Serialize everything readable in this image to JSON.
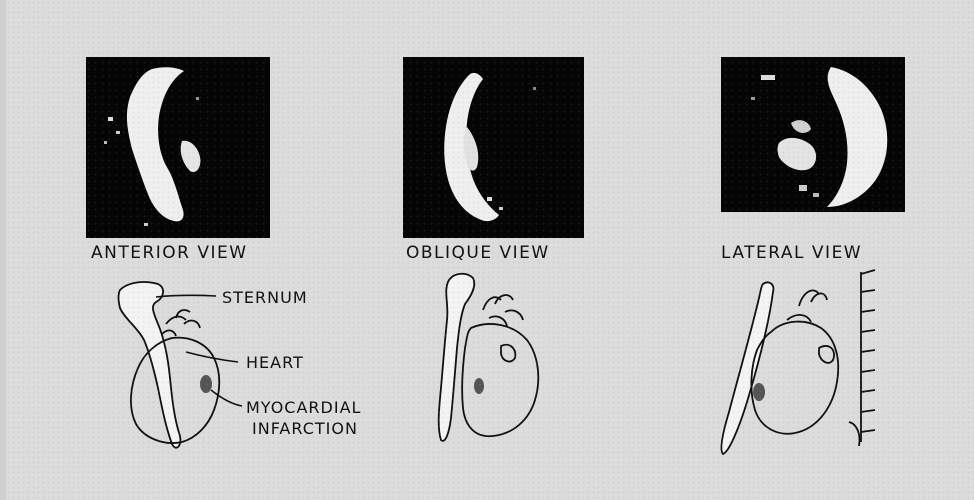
{
  "views": [
    {
      "label": "ANTERIOR VIEW"
    },
    {
      "label": "OBLIQUE VIEW"
    },
    {
      "label": "LATERAL VIEW"
    }
  ],
  "annotations": {
    "sternum": "STERNUM",
    "heart": "HEART",
    "infarction_line1": "MYOCARDIAL",
    "infarction_line2": "INFARCTION"
  },
  "colors": {
    "background": "#dcdcdc",
    "scan_background": "#050505",
    "scan_uptake": "#efefef",
    "ink": "#111111"
  }
}
